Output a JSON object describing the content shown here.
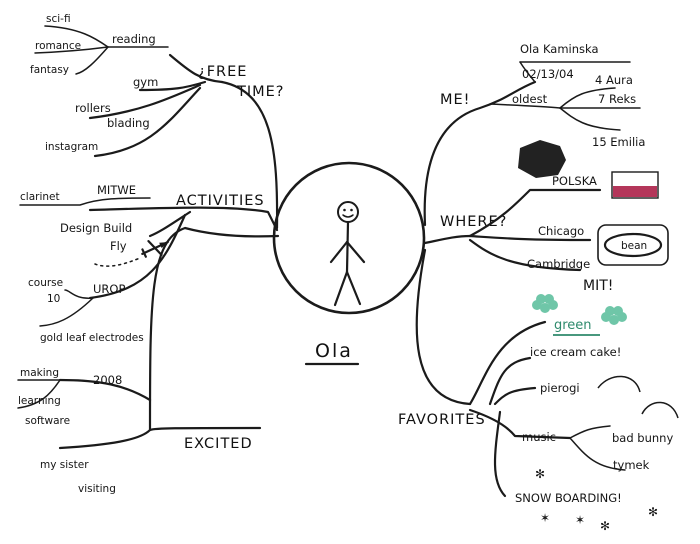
{
  "center": {
    "name": "Ola"
  },
  "branches": {
    "free_time": {
      "title_line1": "¿FREE",
      "title_line2": "TIME?",
      "items": {
        "reading": "reading",
        "scifi": "sci-fi",
        "romance": "romance",
        "fantasy": "fantasy",
        "gym": "gym",
        "rollers": "rollers",
        "blading": "blading",
        "instagram": "instagram"
      }
    },
    "activities": {
      "title": "ACTIVITIES",
      "items": {
        "miwe": "MITWE",
        "clarinet": "clarinet",
        "dbf_line1": "Design Build",
        "dbf_line2": "Fly",
        "urop": "UROP",
        "course": "course",
        "course_num": "10",
        "gold": "gold leaf electrodes"
      }
    },
    "excited": {
      "title": "EXCITED",
      "items": {
        "making": "making",
        "year": "2008",
        "learning": "learning",
        "software": "software",
        "sister_line1": "my sister",
        "sister_line2": "visiting"
      }
    },
    "me": {
      "title": "ME!",
      "items": {
        "name": "Ola Kaminska",
        "date": "02/13/04",
        "oldest": "oldest",
        "sib1": "4 Aura",
        "sib2": "7 Reks",
        "sib3": "15 Emilia"
      }
    },
    "where": {
      "title": "WHERE?",
      "items": {
        "polska": "POLSKA",
        "chicago": "Chicago",
        "cambridge": "Cambridge",
        "bean": "bean",
        "mit": "MIT!"
      }
    },
    "favorites": {
      "title": "FAVORITES",
      "items": {
        "green": "green",
        "cake": "ice cream cake!",
        "pierogi": "pierogi",
        "music": "music",
        "badbunny": "bad bunny",
        "tymek": "tymek",
        "snow": "SNOW BOARDING!"
      }
    }
  },
  "colors": {
    "ink": "#1b1b1b",
    "green_accent": "#2e8a6c",
    "flower": "#6fc6a8",
    "flag_red": "#b4365a"
  }
}
